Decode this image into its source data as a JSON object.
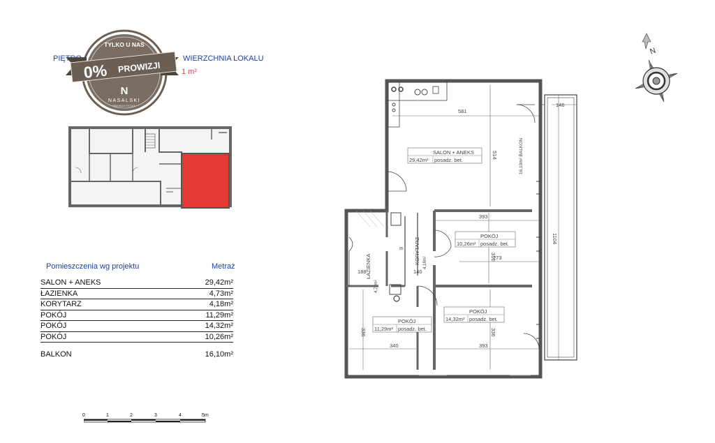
{
  "header": {
    "floor_label": "PIĘTRO",
    "area_label": "WIERZCHNIA LOKALU",
    "area_value": "1 m²"
  },
  "badge": {
    "top": "TYLKO U NAS",
    "big": "0%",
    "big_word": "PROWIZJI",
    "brand": "NASALSKI",
    "brand_sub": "PREMIUM ESTATE",
    "letter": "N",
    "color": "#6b5f55"
  },
  "table": {
    "rooms_heading": "Pomieszczenia wg projektu",
    "area_heading": "Metraż",
    "rows": [
      {
        "name": "SALON + ANEKS",
        "area": "29,42m²"
      },
      {
        "name": "ŁAZIENKA",
        "area": "4,73m²"
      },
      {
        "name": "KORYTARZ",
        "area": "4,18m²"
      },
      {
        "name": "POKÓJ",
        "area": "11,29m²"
      },
      {
        "name": "POKÓJ",
        "area": "14,32m²"
      },
      {
        "name": "POKÓJ",
        "area": "10,26m²"
      }
    ],
    "balkon": {
      "name": "BALKON",
      "area": "16,10m²"
    }
  },
  "scale": {
    "ticks": [
      "0",
      "1",
      "2",
      "3",
      "4",
      "5m"
    ]
  },
  "compass": {
    "letter": "N"
  },
  "plan": {
    "salon_name": "SALON + ANEKS",
    "salon_area": "29,42m²",
    "floor_finish": "posadz. bet.",
    "pokoj_name": "POKÓJ",
    "pokoj_a_area": "10,26m²",
    "pokoj_b_area": "14,32m²",
    "pokoj_c_area": "11,29m²",
    "korytarz_name": "KORYTARZ",
    "korytarz_area": "4,18m²",
    "lazienka_name": "ŁAZIENKA",
    "lazienka_area": "4,73m²",
    "balkon_label": "16,10m² BALKON",
    "dims": {
      "d581": "581",
      "d514": "514",
      "d146": "146",
      "d1104": "1104",
      "d393": "393",
      "d310": "310",
      "d273": "273",
      "d140": "140",
      "d188": "188",
      "d85": "85",
      "d340": "340",
      "d336": "336"
    }
  },
  "colors": {
    "highlight": "#e53935",
    "accent_blue": "#1f3f9e"
  }
}
